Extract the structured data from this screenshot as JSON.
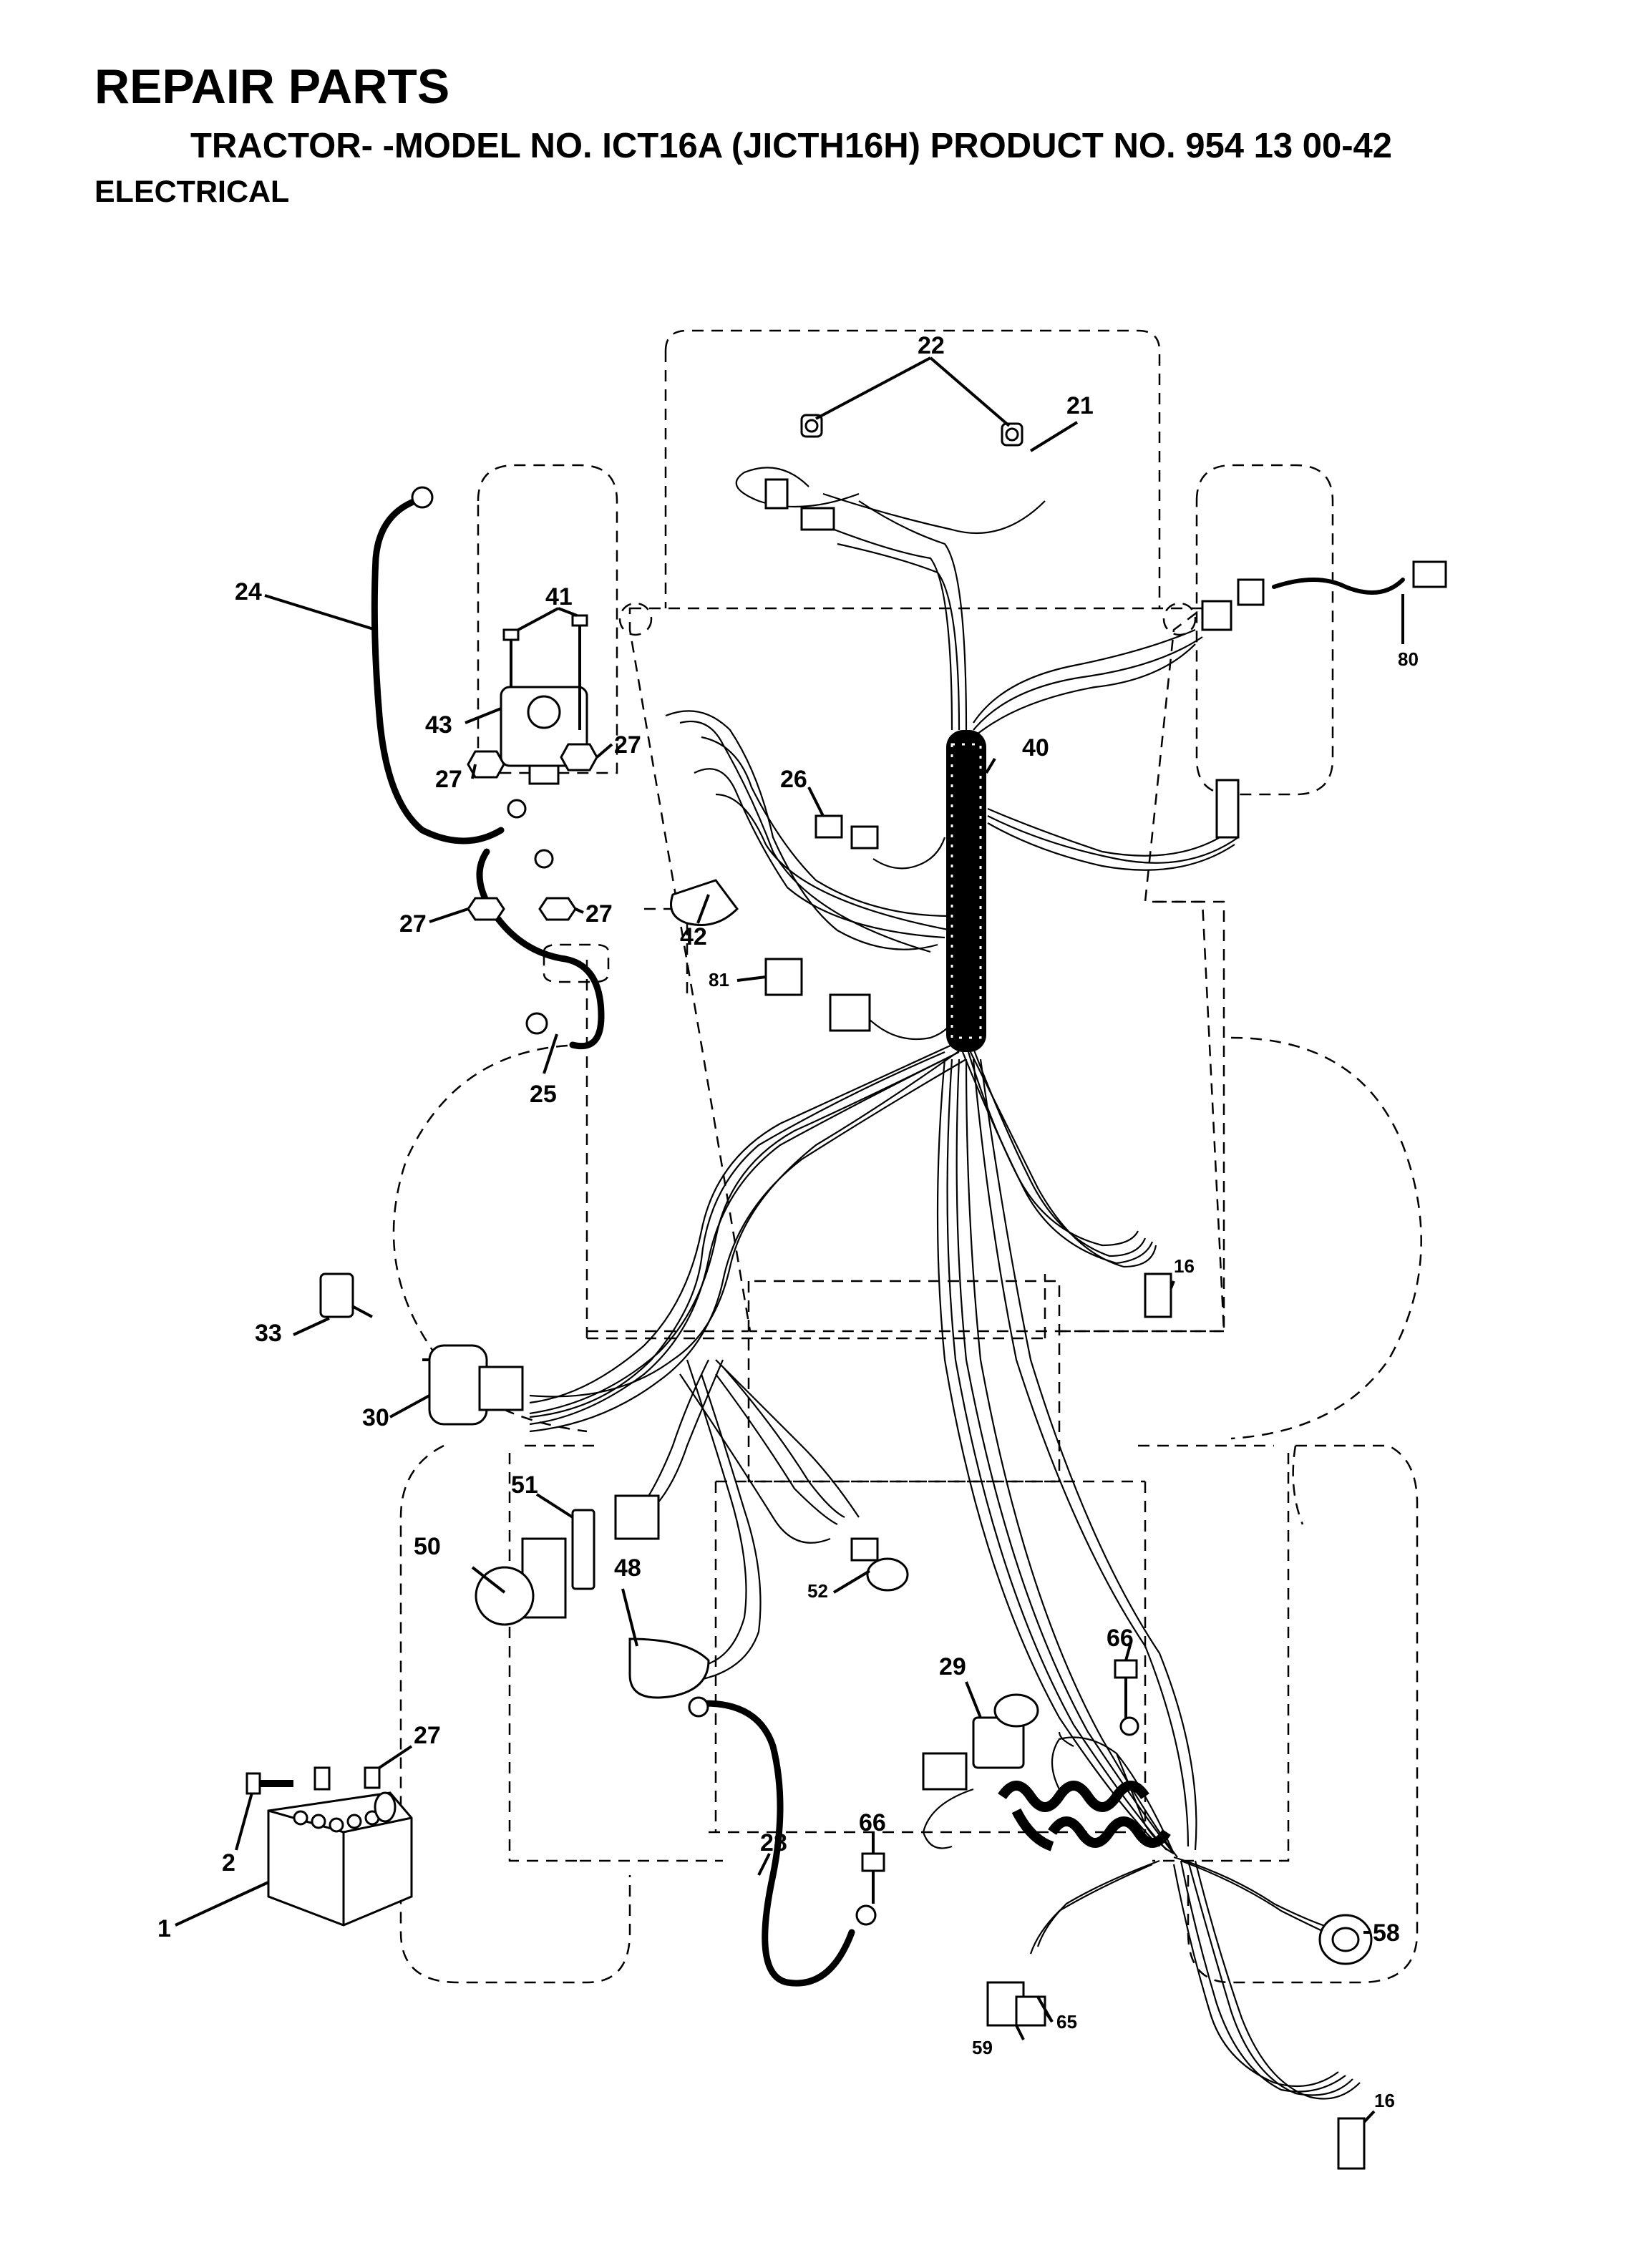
{
  "header": {
    "title": "REPAIR PARTS",
    "subtitle": "TRACTOR- -MODEL NO. ICT16A (JICTH16H) PRODUCT NO. 954 13 00-42",
    "section": "ELECTRICAL"
  },
  "callouts": {
    "c22": "22",
    "c21": "21",
    "c80": "80",
    "c24": "24",
    "c41": "41",
    "c43": "43",
    "c27a": "27",
    "c27b": "27",
    "c27c": "27",
    "c27d": "27",
    "c27e": "27",
    "c40": "40",
    "c26": "26",
    "c42": "42",
    "c81": "81",
    "c25": "25",
    "c16a": "16",
    "c16b": "16",
    "c33": "33",
    "c30": "30",
    "c51": "51",
    "c50": "50",
    "c48": "48",
    "c52": "52",
    "c29": "29",
    "c66a": "66",
    "c66b": "66",
    "c28": "28",
    "c2": "2",
    "c1": "1",
    "c58": "58",
    "c65": "65",
    "c59": "59"
  }
}
